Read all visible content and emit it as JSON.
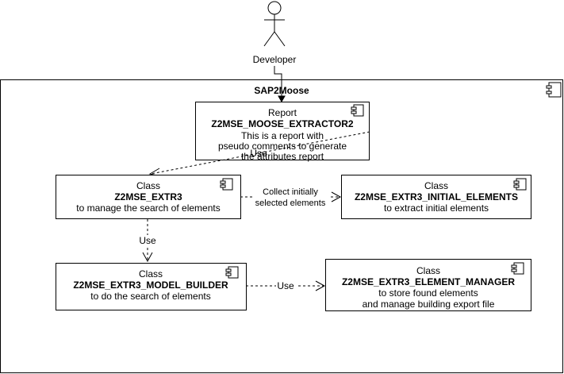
{
  "actor": {
    "name": "Developer"
  },
  "package": {
    "title": "SAP2Moose"
  },
  "components": {
    "report": {
      "stereotype": "Report",
      "name": "Z2MSE_MOOSE_EXTRACTOR2",
      "desc1": "This is a report with",
      "desc2": "pseudo comments to generate",
      "desc3": "the attributes report"
    },
    "extr3": {
      "stereotype": "Class",
      "name": "Z2MSE_EXTR3",
      "desc1": "to manage the search of elements"
    },
    "initial": {
      "stereotype": "Class",
      "name": "Z2MSE_EXTR3_INITIAL_ELEMENTS",
      "desc1": "to extract initial elements"
    },
    "builder": {
      "stereotype": "Class",
      "name": "Z2MSE_EXTR3_MODEL_BUILDER",
      "desc1": "to do the search of elements"
    },
    "manager": {
      "stereotype": "Class",
      "name": "Z2MSE_EXTR3_ELEMENT_MANAGER",
      "desc1": "to store found elements",
      "desc2": "and manage building export file"
    }
  },
  "edges": {
    "report_to_extr3": "Use",
    "extr3_to_initial_1": "Collect initially",
    "extr3_to_initial_2": "selected elements",
    "extr3_to_builder": "Use",
    "builder_to_manager": "Use"
  }
}
